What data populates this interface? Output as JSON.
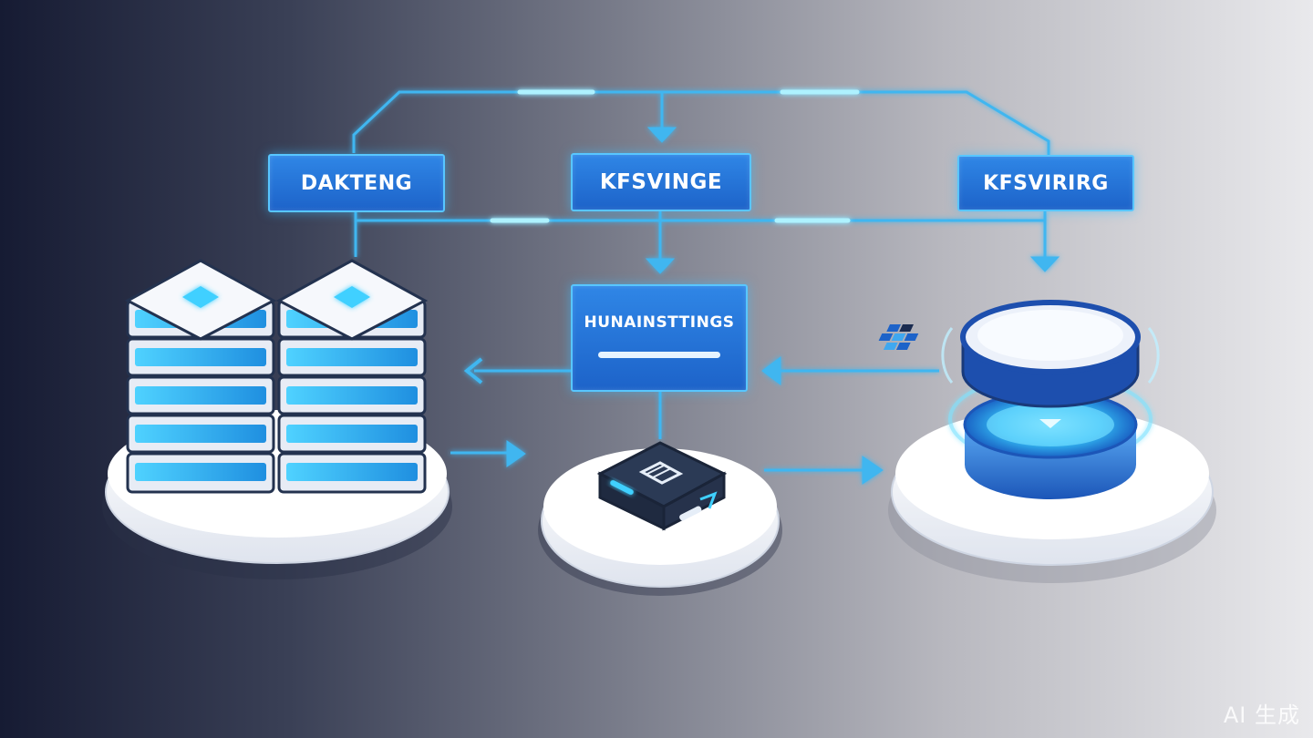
{
  "labels": {
    "left": "DAKTENG",
    "middle": "KFSVINGE",
    "right": "KFSVIRIRG",
    "center": "HUNAINSTTINGS"
  },
  "watermark": "AI 生成",
  "icons": {
    "left_node": "server-rack-icon",
    "middle_node": "processor-chip-icon",
    "right_node": "database-cylinder-icon"
  },
  "colors": {
    "connector": "#3fb6f0",
    "label_fill": "#2476d8",
    "label_border": "#58c6ff",
    "platform": "#f4f6fa"
  }
}
